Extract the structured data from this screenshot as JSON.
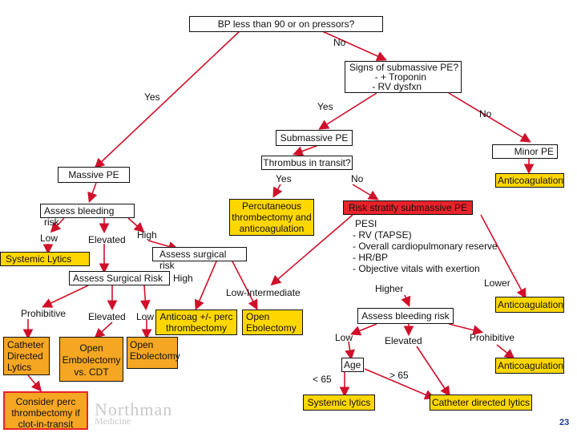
{
  "nodes": {
    "bp_question": "BP less than 90 or on pressors?",
    "no_top": "No",
    "submassive_signs": "Signs of submassive PE?",
    "troponin": "- + Troponin",
    "rv_dysfxn": "- RV dysfxn",
    "yes_left": "Yes",
    "yes_mid": "Yes",
    "no_right": "No",
    "submassive_pe": "Submassive PE",
    "minor_pe": "Minor PE",
    "thrombus_transit": "Thrombus in transit?",
    "massive_pe": "Massive PE",
    "yes_thrombus": "Yes",
    "no_thrombus": "No",
    "anticoag_top": "Anticoagulation",
    "perc_thrombectomy": "Percutaneous thrombectomy and anticoagulation",
    "risk_stratify": "Risk stratify submassive PE",
    "assess_bleeding_left": "Assess bleeding risk",
    "low_left": "Low",
    "elevated_left": "Elevated",
    "high_left": "High",
    "systemic_lytics_left": "Systemic Lytics",
    "assess_surgical_risk": "Assess surgical risk",
    "assess_surgical_risk_cap": "Assess Surgical Risk",
    "high_surgical": "High",
    "pesi_title": "PESI",
    "pesi_rv": "- RV (TAPSE)",
    "pesi_cardio": "- Overall cardiopulmonary reserve",
    "pesi_hr": "- HR/BP",
    "pesi_vitals": "- Objective vitals with exertion",
    "lower": "Lower",
    "higher": "Higher",
    "low_intermediate": "Low-Intermediate",
    "anticoag_right": "Anticoagulation",
    "prohibitive_left": "Prohibitive",
    "elevated_mid": "Elevated",
    "low_mid": "Low",
    "anticoag_perc": "Anticoag +/- perc thrombectomy",
    "open_embolectomy_right": "Open Ebolectomy",
    "assess_bleeding_right": "Assess bleeding risk",
    "low_right": "Low",
    "elevated_right": "Elevated",
    "prohibitive_right": "Prohibitive",
    "catheter_directed_lytics_left": "Catheter Directed Lytics",
    "open_embolectomy_cdt": "Open Embolectomy vs. CDT",
    "open_embolectomy_low": "Open Ebolectomy",
    "age": "Age",
    "lt65": "< 65",
    "gt65": "> 65",
    "anticoag_bottom": "Anticoagulation",
    "consider_perc": "Consider perc thrombectomy if clot-in-transit",
    "systemic_lytics_bottom": "Systemic lytics",
    "catheter_directed_lytics_bottom": "Catheter directed lytics"
  },
  "logo": {
    "main": "Northman",
    "sub": "Medicine"
  },
  "page_number": "23",
  "colors": {
    "yellow": "#ffd700",
    "orange": "#f5a623",
    "red": "#e8232a",
    "arrow": "#d0102a"
  }
}
